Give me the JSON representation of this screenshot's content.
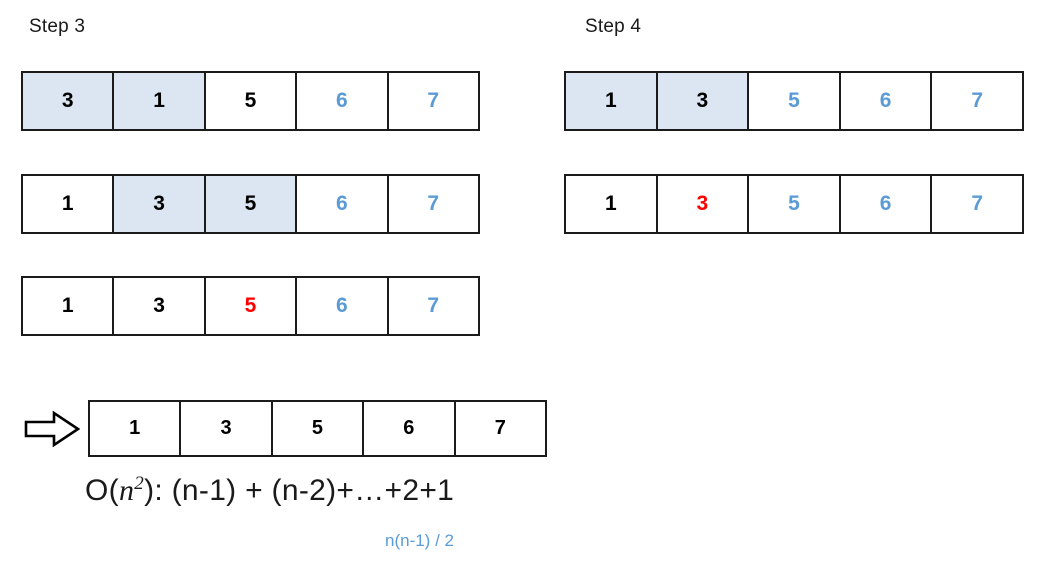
{
  "colors": {
    "highlight_fill": "#dce6f2",
    "accent_blue": "#5b9bd5",
    "marker_red": "#ff0000",
    "border": "#1b1b1b",
    "text": "#1a1a1a"
  },
  "left_panel": {
    "title": "Step 3",
    "rows": [
      {
        "cells": [
          {
            "value": "3",
            "fill": "highlight",
            "color": "black"
          },
          {
            "value": "1",
            "fill": "highlight",
            "color": "black"
          },
          {
            "value": "5",
            "fill": "none",
            "color": "black"
          },
          {
            "value": "6",
            "fill": "none",
            "color": "blue"
          },
          {
            "value": "7",
            "fill": "none",
            "color": "blue"
          }
        ]
      },
      {
        "cells": [
          {
            "value": "1",
            "fill": "none",
            "color": "black"
          },
          {
            "value": "3",
            "fill": "highlight",
            "color": "black"
          },
          {
            "value": "5",
            "fill": "highlight",
            "color": "black"
          },
          {
            "value": "6",
            "fill": "none",
            "color": "blue"
          },
          {
            "value": "7",
            "fill": "none",
            "color": "blue"
          }
        ]
      },
      {
        "cells": [
          {
            "value": "1",
            "fill": "none",
            "color": "black"
          },
          {
            "value": "3",
            "fill": "none",
            "color": "black"
          },
          {
            "value": "5",
            "fill": "none",
            "color": "red"
          },
          {
            "value": "6",
            "fill": "none",
            "color": "blue"
          },
          {
            "value": "7",
            "fill": "none",
            "color": "blue"
          }
        ]
      }
    ]
  },
  "right_panel": {
    "title": "Step 4",
    "rows": [
      {
        "cells": [
          {
            "value": "1",
            "fill": "highlight",
            "color": "black"
          },
          {
            "value": "3",
            "fill": "highlight",
            "color": "black"
          },
          {
            "value": "5",
            "fill": "none",
            "color": "blue"
          },
          {
            "value": "6",
            "fill": "none",
            "color": "blue"
          },
          {
            "value": "7",
            "fill": "none",
            "color": "blue"
          }
        ]
      },
      {
        "cells": [
          {
            "value": "1",
            "fill": "none",
            "color": "black"
          },
          {
            "value": "3",
            "fill": "none",
            "color": "red"
          },
          {
            "value": "5",
            "fill": "none",
            "color": "blue"
          },
          {
            "value": "6",
            "fill": "none",
            "color": "blue"
          },
          {
            "value": "7",
            "fill": "none",
            "color": "blue"
          }
        ]
      }
    ]
  },
  "result": {
    "arrow_icon": "arrow-right-outline-icon",
    "cells": [
      {
        "value": "1"
      },
      {
        "value": "3"
      },
      {
        "value": "5"
      },
      {
        "value": "6"
      },
      {
        "value": "7"
      }
    ]
  },
  "complexity": {
    "prefix": "O(",
    "variable": "n",
    "exponent": "2",
    "suffix": "): (n-1)  +  (n-2)+…+2+1",
    "closed_form": "n(n-1) / 2"
  }
}
